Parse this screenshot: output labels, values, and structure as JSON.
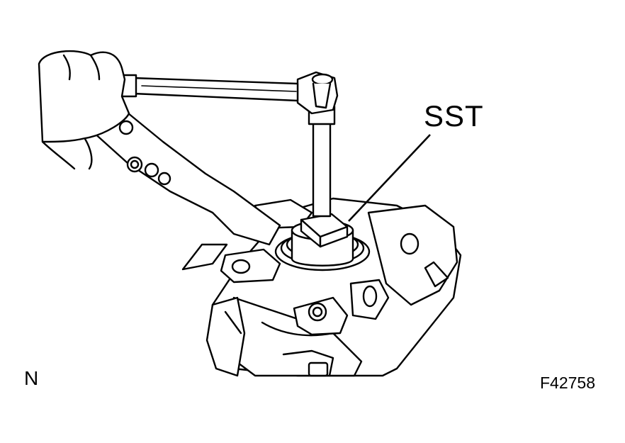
{
  "labels": {
    "callout": "SST",
    "corner": "N",
    "figure_number": "F42758"
  }
}
